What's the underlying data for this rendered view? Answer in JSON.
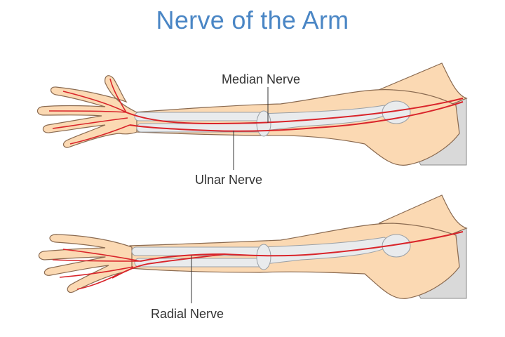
{
  "title": "Nerve of the Arm",
  "labels": {
    "median": "Median Nerve",
    "ulnar": "Ulnar Nerve",
    "radial": "Radial Nerve"
  },
  "colors": {
    "title": "#4a86c5",
    "skin": "#fbd9b3",
    "skin_outline": "#8a6a50",
    "bone": "#e9ebed",
    "nerve": "#d9242a",
    "torso": "#d9d9d9"
  }
}
